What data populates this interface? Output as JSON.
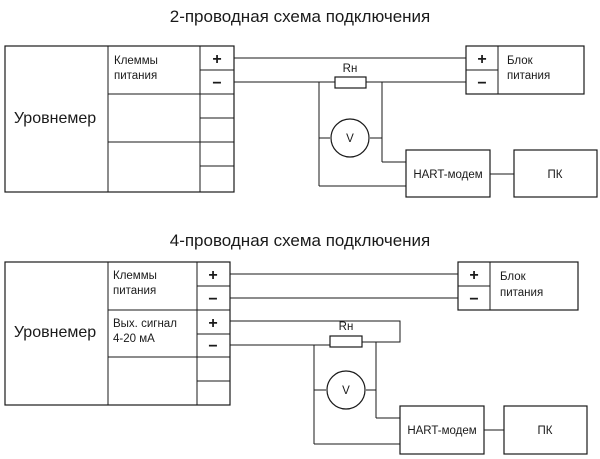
{
  "diagrams": [
    {
      "title": "2-проводная схема подключения",
      "device": "Уровнемер",
      "terminals": [
        {
          "label_lines": [
            "Клеммы",
            "питания"
          ],
          "signs": [
            "+",
            "−"
          ]
        }
      ],
      "resistor": "Rн",
      "voltmeter": "V",
      "modem": "HART-модем",
      "pc": "ПК",
      "power": {
        "label_lines": [
          "Блок",
          "питания"
        ],
        "signs": [
          "+",
          "−"
        ]
      }
    },
    {
      "title": "4-проводная схема подключения",
      "device": "Уровнемер",
      "terminals": [
        {
          "label_lines": [
            "Клеммы",
            "питания"
          ],
          "signs": [
            "+",
            "−"
          ]
        },
        {
          "label_lines": [
            "Вых. сигнал",
            "4-20 мА"
          ],
          "signs": [
            "+",
            "−"
          ]
        }
      ],
      "resistor": "Rн",
      "voltmeter": "V",
      "modem": "HART-модем",
      "pc": "ПК",
      "power": {
        "label_lines": [
          "Блок",
          "питания"
        ],
        "signs": [
          "+",
          "−"
        ]
      }
    }
  ]
}
